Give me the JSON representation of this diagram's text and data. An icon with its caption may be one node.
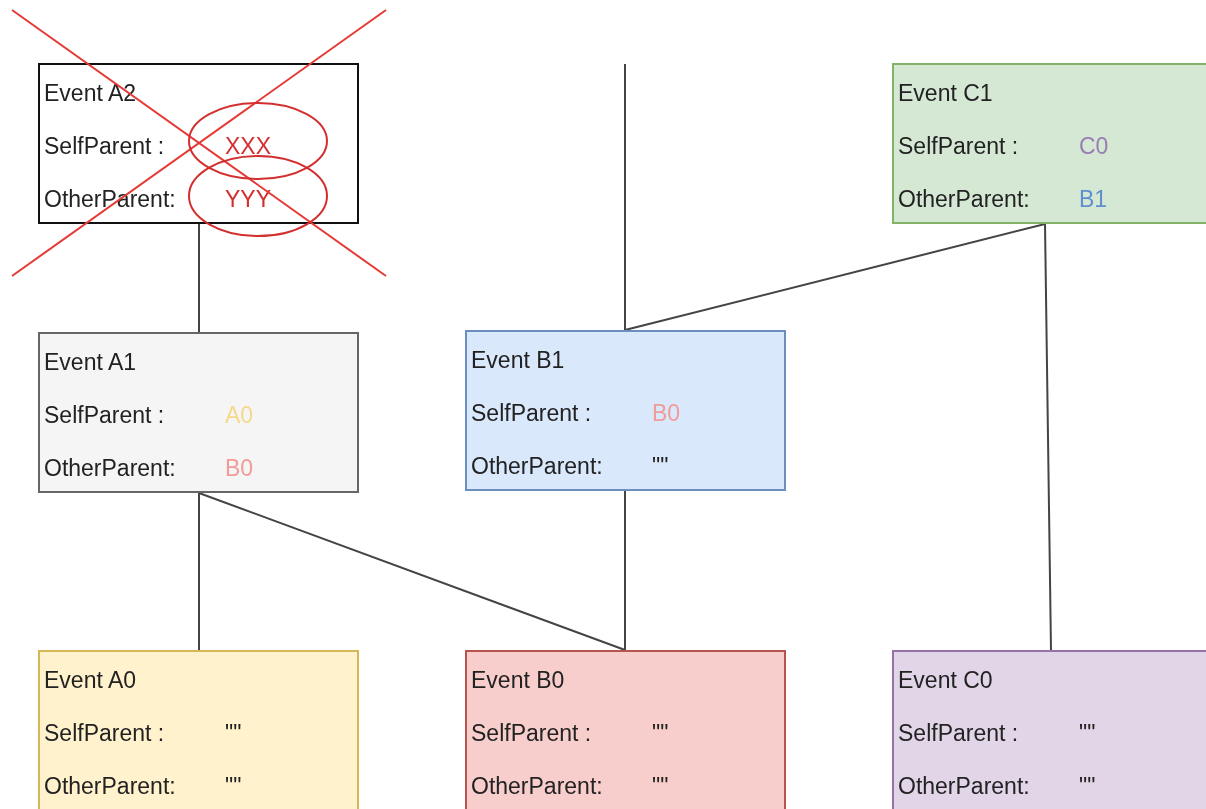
{
  "diagram": {
    "nodes": [
      {
        "text": [
          "Event A2",
          "SelfParent :",
          "XXX",
          "OtherParent:",
          "YYY"
        ]
      },
      {
        "text": [
          "Event C1",
          "SelfParent :",
          "C0",
          "OtherParent:",
          "B1"
        ]
      },
      {
        "text": [
          "Event A1",
          "SelfParent :",
          "A0",
          "OtherParent:",
          "B0"
        ]
      },
      {
        "text": [
          "Event B1",
          "SelfParent :",
          "B0",
          "OtherParent:",
          "\"\""
        ]
      },
      {
        "text": [
          "Event A0",
          "SelfParent :",
          "\"\"",
          "OtherParent:",
          "\"\""
        ]
      },
      {
        "text": [
          "Event B0",
          "SelfParent :",
          "\"\"",
          "OtherParent:",
          "\"\""
        ]
      },
      {
        "text": [
          "Event C0",
          "SelfParent :",
          "\"\"",
          "OtherParent:",
          "\"\""
        ]
      }
    ],
    "edges": [
      {
        "from": 0,
        "to": 2,
        "arrow": "none"
      },
      {
        "from": null,
        "to": 3,
        "arrow": "none"
      },
      {
        "from": 1,
        "to": 3,
        "arrow": "none"
      },
      {
        "from": 1,
        "to": 6,
        "arrow": "none"
      },
      {
        "from": 2,
        "to": 4,
        "arrow": "none"
      },
      {
        "from": 2,
        "to": 5,
        "arrow": "none"
      },
      {
        "from": 3,
        "to": 5,
        "arrow": "none"
      }
    ]
  }
}
